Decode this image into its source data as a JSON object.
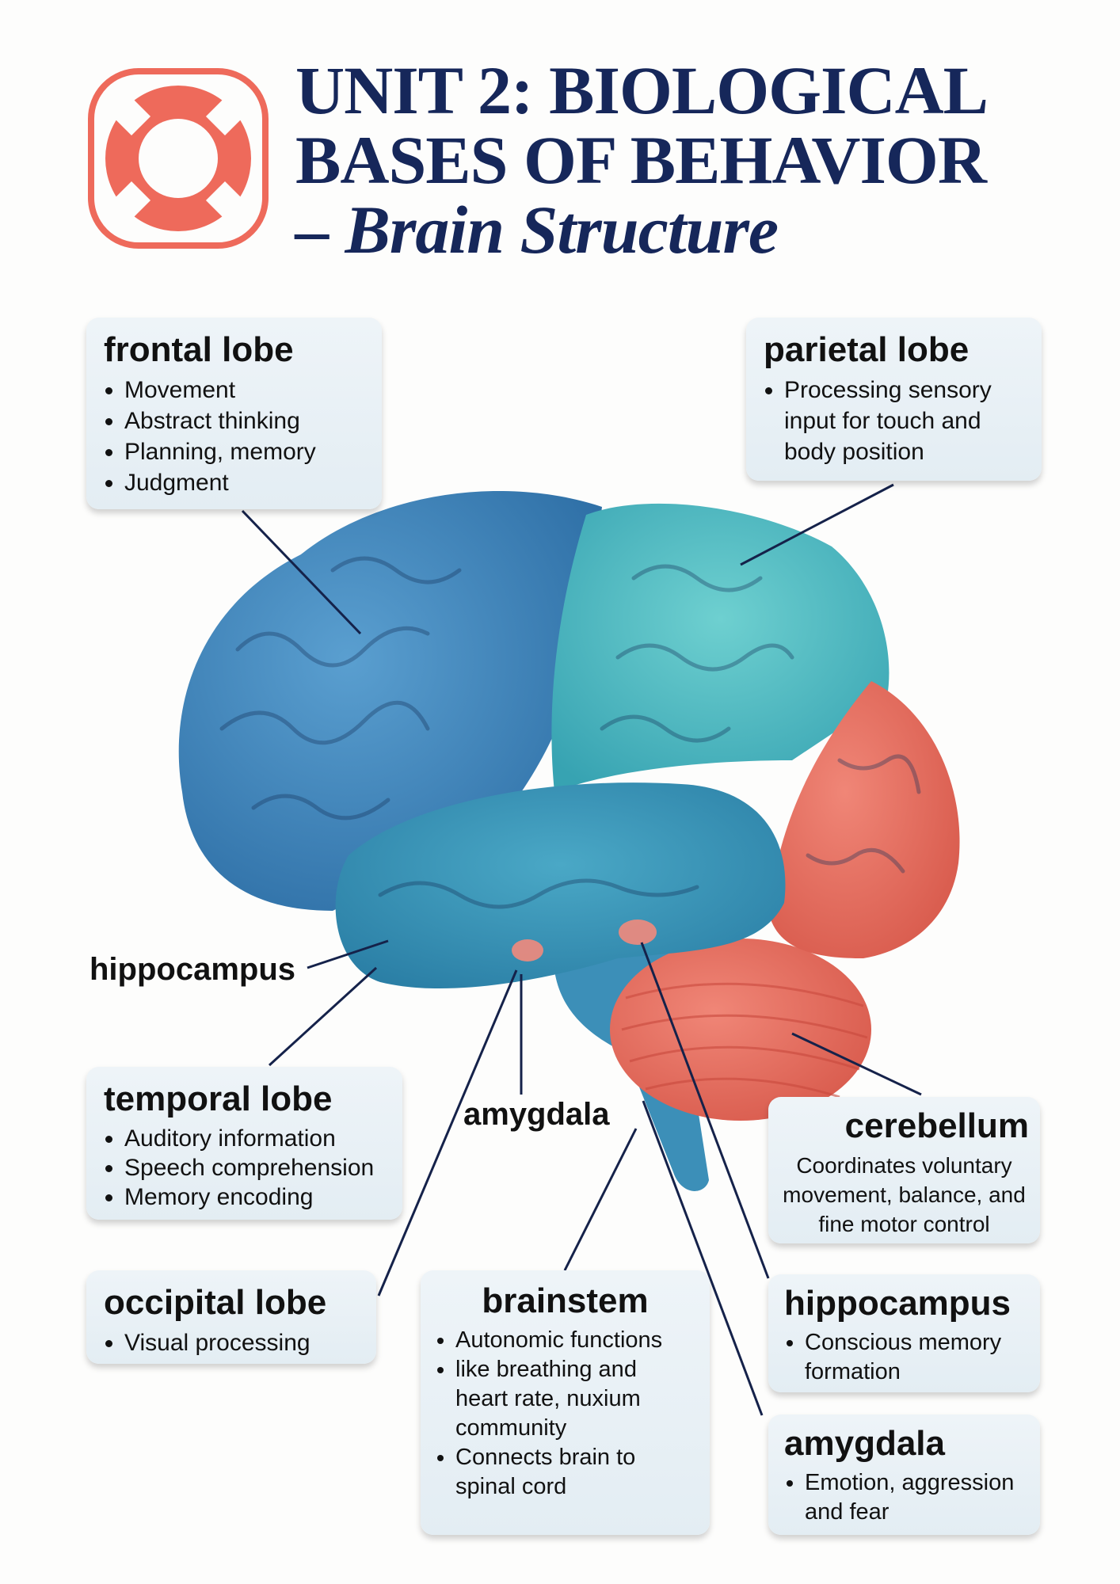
{
  "header": {
    "title_line1": "UNIT 2: BIOLOGICAL",
    "title_line2": "BASES OF BEHAVIOR",
    "title_line3": "– Brain Structure",
    "logo_icon": "life-ring-icon"
  },
  "colors": {
    "title": "#16275a",
    "logo": "#ee6a5b",
    "frontal": "#3f86bd",
    "parietal": "#4cbac0",
    "occipital": "#ea6f5f",
    "temporal": "#3a95b6",
    "cerebellum": "#e7796b"
  },
  "labels": {
    "hippocampus": "hippocampus",
    "amygdala": "amygdala"
  },
  "boxes": {
    "frontal": {
      "title": "frontal lobe",
      "items": [
        "Movement",
        "Abstract thinking",
        "Planning, memory",
        "Judgment"
      ]
    },
    "parietal": {
      "title": "parietal lobe",
      "items": [
        "Processing sensory input for touch and body position"
      ]
    },
    "temporal": {
      "title": "temporal lobe",
      "items": [
        "Auditory information",
        "Speech comprehension",
        "Memory encoding"
      ]
    },
    "cerebellum": {
      "title": "cerebellum",
      "text": "Coordinates voluntary movement, balance, and fine motor control"
    },
    "occipital": {
      "title": "occipital lobe",
      "items": [
        "Visual processing"
      ]
    },
    "brainstem": {
      "title": "brainstem",
      "items": [
        "Autonomic functions",
        "like breathing and heart rate, nuxium community",
        "Connects brain to spinal cord"
      ]
    },
    "hippocampus": {
      "title": "hippocampus",
      "items": [
        "Conscious memory formation"
      ]
    },
    "amygdala": {
      "title": "amygdala",
      "items": [
        "Emotion, aggression and fear"
      ]
    }
  }
}
